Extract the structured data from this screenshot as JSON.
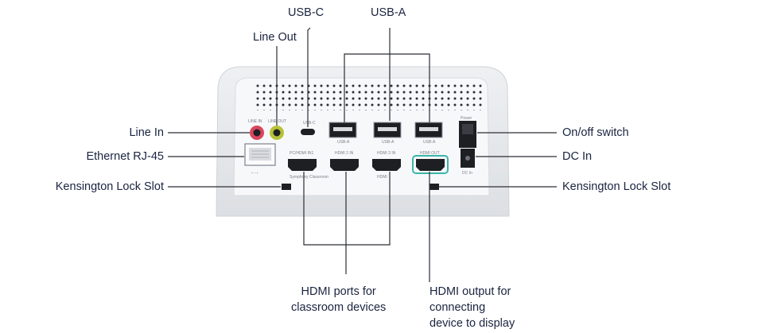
{
  "labels": {
    "usb_c": "USB-C",
    "usb_a": "USB-A",
    "line_out": "Line Out",
    "line_in": "Line In",
    "ethernet": "Ethernet RJ-45",
    "kensington_left": "Kensington Lock Slot",
    "kensington_right": "Kensington Lock Slot",
    "on_off": "On/off switch",
    "dc_in": "DC In",
    "hdmi_inputs": "HDMI ports for\nclassroom devices",
    "hdmi_output": "HDMI output for\nconnecting\ndevice to display"
  },
  "device_print": {
    "line_in": "LINE IN",
    "line_out": "LINE OUT",
    "usb_c": "USB-C",
    "usb_a_1": "USB-A",
    "usb_a_2": "USB-A",
    "usb_a_3": "USB-A",
    "hdmi_1": "PC/HDMI IN1",
    "hdmi_2": "HDMI 2 IN",
    "hdmi_3": "HDMI 3 IN",
    "hdmi_out": "HDMI OUT",
    "power": "Power",
    "dc_in": "DC In",
    "brand": "Symphony Classroom",
    "hdmi_logo": "HDMI"
  },
  "colors": {
    "text": "#1a2440",
    "line": "#2a2e35",
    "device_body": "#e9ebee",
    "device_panel": "#f6f7f9",
    "line_in_jack": "#d9465e",
    "line_out_jack": "#b7c23a",
    "hdmi_out_ring": "#3bb5a8"
  }
}
